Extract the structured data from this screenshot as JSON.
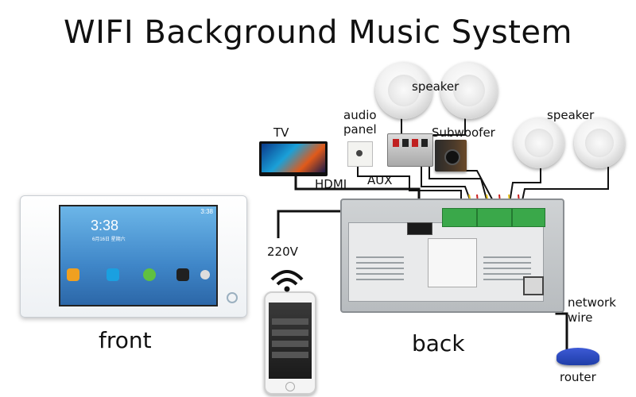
{
  "title": "WIFI Background Music System",
  "labels": {
    "speaker_left": "speaker",
    "speaker_right": "speaker",
    "audio_panel": "audio\npanel",
    "subwoofer": "Subwoofer",
    "tv": "TV",
    "hdmi": "HDMI",
    "aux": "AUX",
    "power": "220V",
    "network_wire": "network\nwire",
    "router": "router",
    "front": "front",
    "back": "back"
  },
  "device_screen": {
    "time": "3:38",
    "status_time": "3:38",
    "date": "6月16日 星期六"
  },
  "colors": {
    "cable_black": "#111111",
    "cable_red": "#cc1f1f",
    "cable_yellow": "#e6c21a",
    "terminal_green": "#3aa84a",
    "router_blue": "#1f3ea8"
  }
}
